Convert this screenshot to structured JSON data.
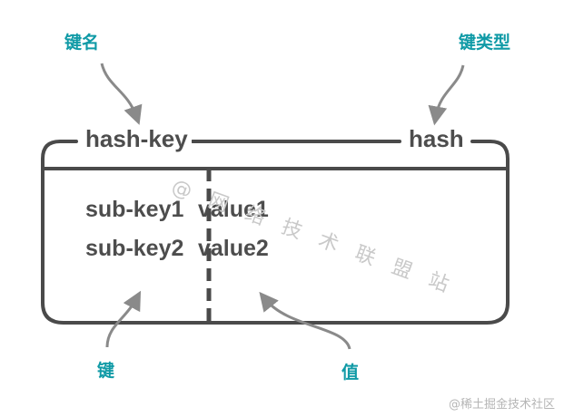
{
  "labels": {
    "key_name": "键名",
    "key_type": "键类型",
    "field_key": "键",
    "field_value": "值"
  },
  "box": {
    "key_name_value": "hash-key",
    "key_type_value": "hash",
    "rows": [
      {
        "key": "sub-key1",
        "value": "value1"
      },
      {
        "key": "sub-key2",
        "value": "value2"
      }
    ]
  },
  "watermark": "@ 网 络 技 术 联 盟 站",
  "footer": "@稀土掘金技术社区",
  "colors": {
    "accent": "#0f9aa6",
    "box_stroke": "#4a4a4a",
    "arrow": "#8a8a8a",
    "text": "#4d4d4d"
  }
}
